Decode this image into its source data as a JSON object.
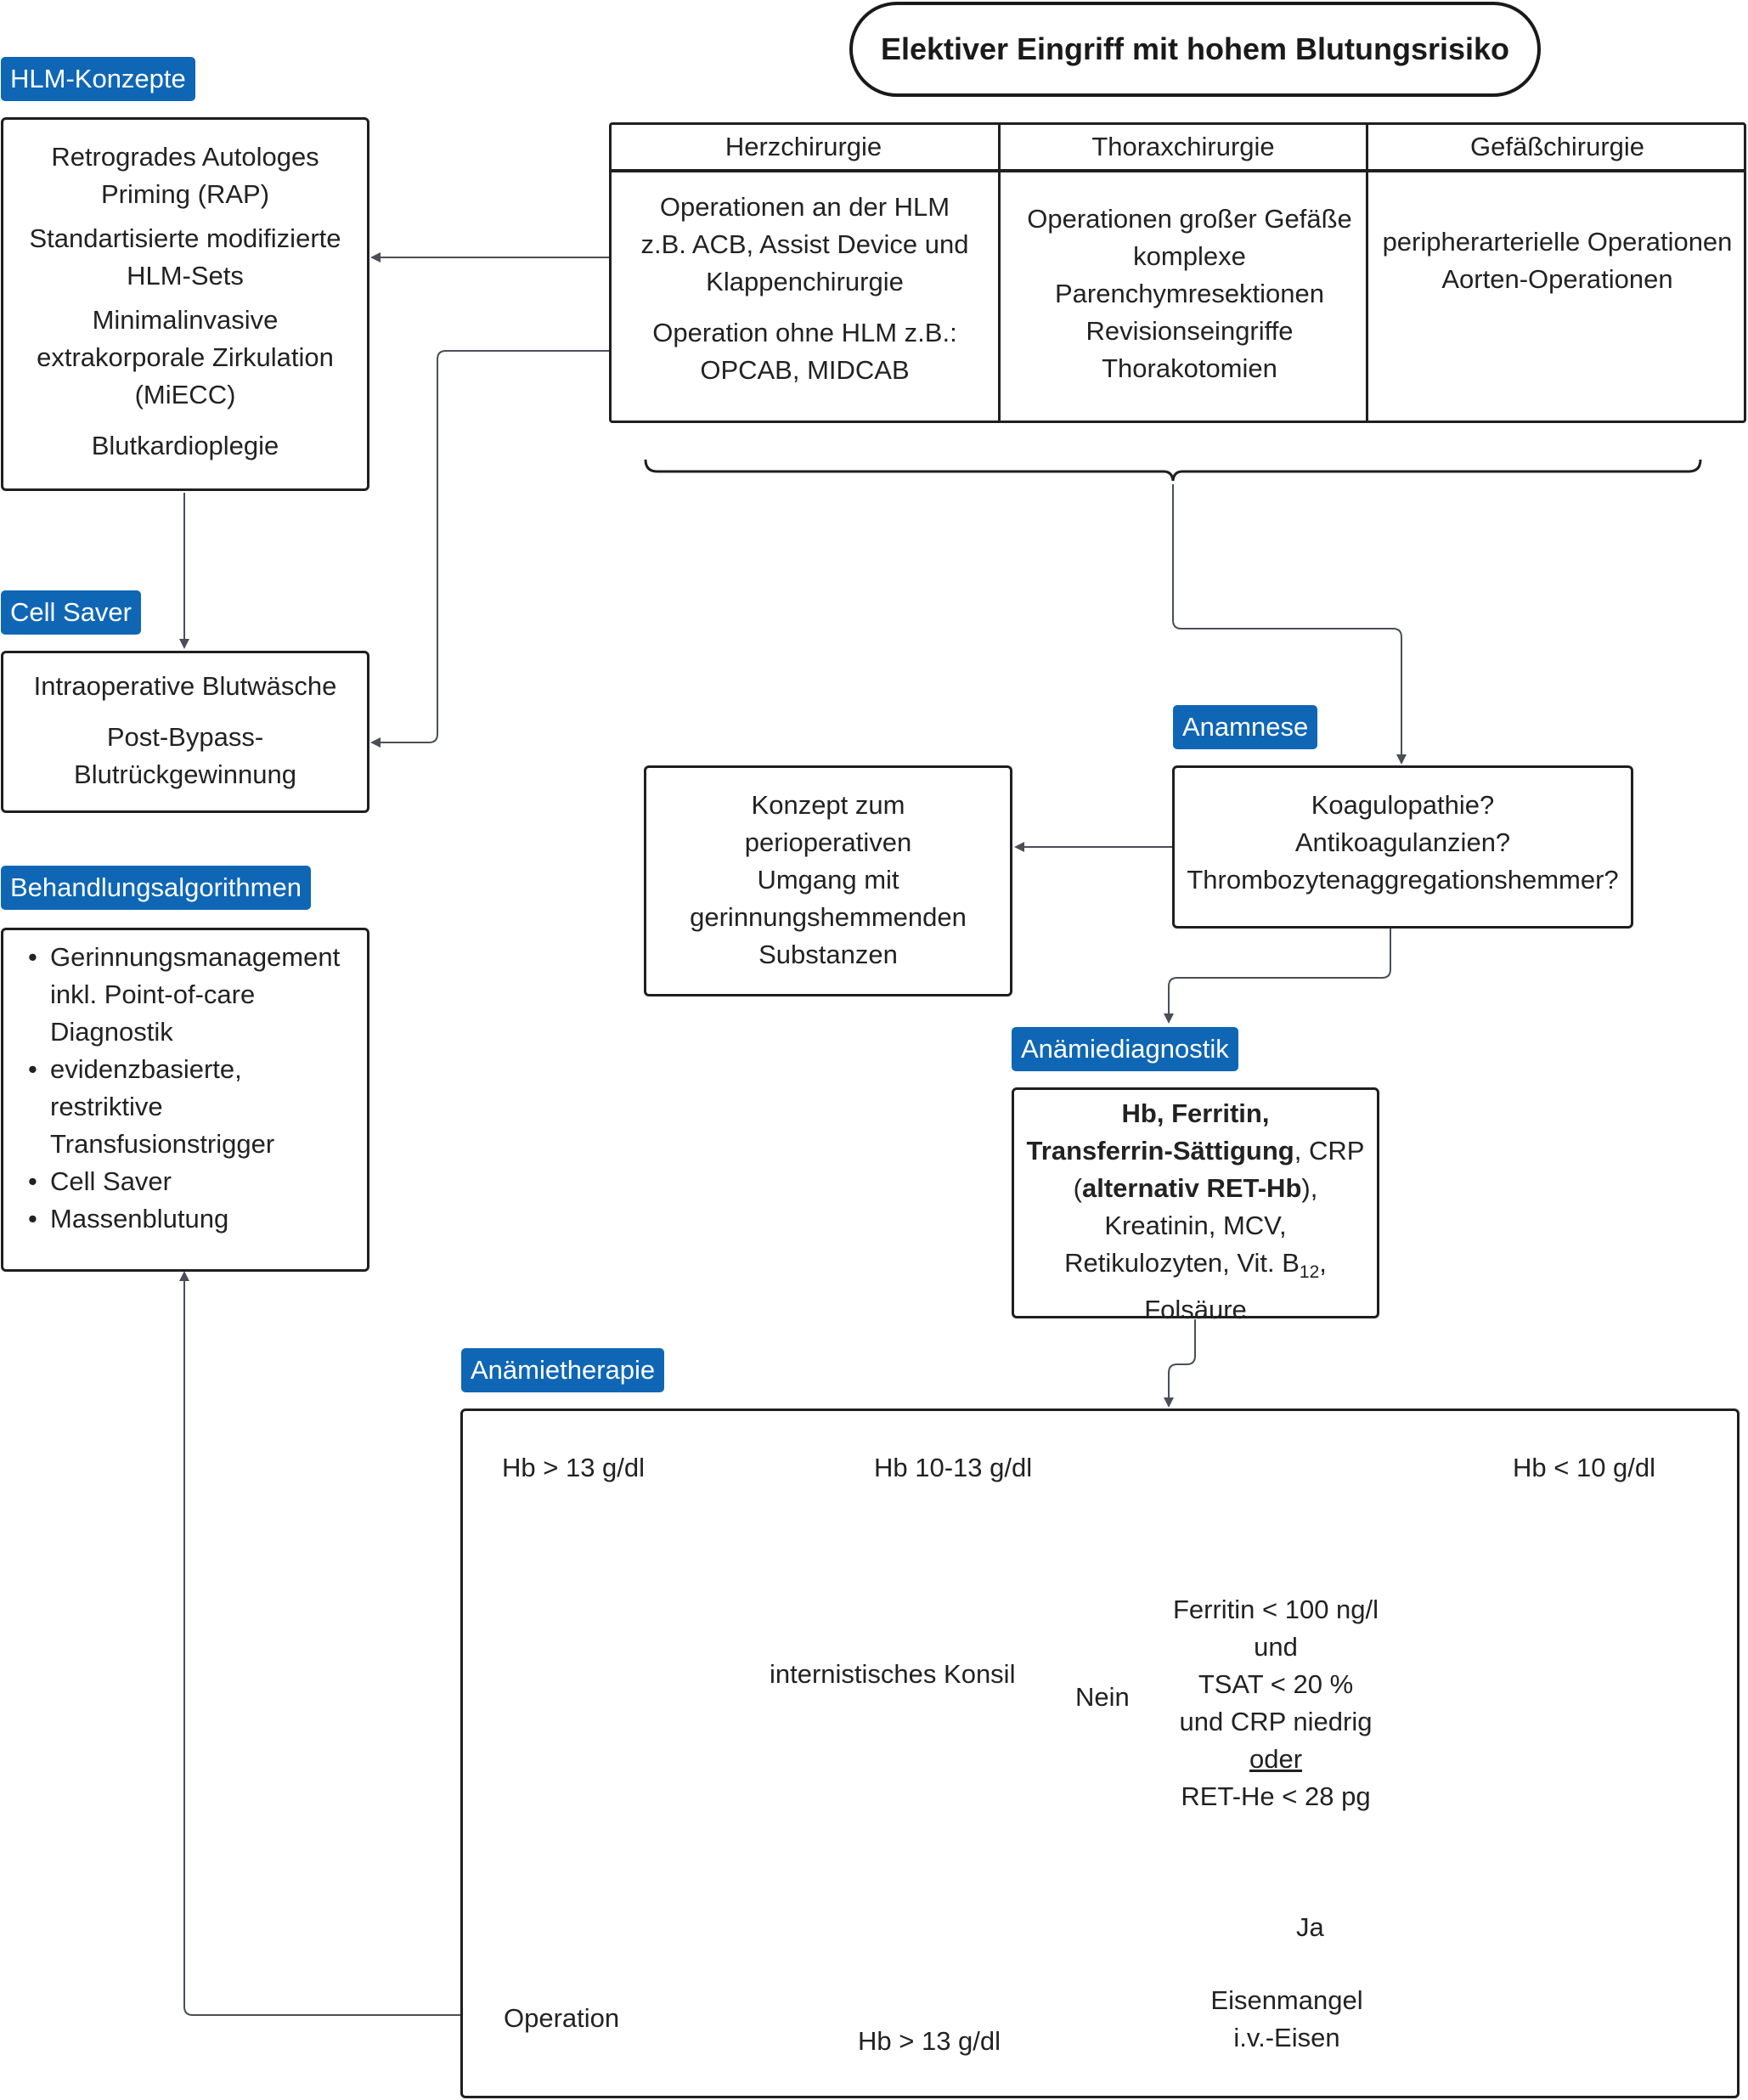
{
  "title": "Elektiver Eingriff mit hohem Blutungsrisiko",
  "surgery_table": {
    "columns": [
      {
        "header": "Herzchirurgie",
        "lines_a": [
          "Operationen an der HLM",
          "z.B. ACB, Assist Device und",
          "Klappenchirurgie"
        ],
        "lines_b": [
          "Operation ohne HLM z.B.:",
          "OPCAB, MIDCAB"
        ]
      },
      {
        "header": "Thoraxchirurgie",
        "lines": [
          "Operationen großer Gefäße",
          "komplexe",
          "Parenchymresektionen",
          "Revisionseingriffe",
          "Thorakotomien"
        ]
      },
      {
        "header": "Gefäßchirurgie",
        "lines": [
          "peripherarterielle Operationen",
          "Aorten-Operationen"
        ]
      }
    ]
  },
  "hlm": {
    "tag": "HLM-Konzepte",
    "items": [
      "Retrogrades Autologes",
      "Priming (RAP)",
      "Standartisierte modifizierte",
      "HLM-Sets",
      "Minimalinvasive",
      "extrakorporale Zirkulation",
      "(MiECC)",
      "Blutkardioplegie"
    ]
  },
  "cell_saver": {
    "tag": "Cell Saver",
    "items": [
      "Intraoperative Blutwäsche",
      "Post-Bypass-",
      "Blutrückgewinnung"
    ]
  },
  "behandlung": {
    "tag": "Behandlungsalgorithmen",
    "items": [
      "Gerinnungsmanagement inkl. Point-of-care Diagnostik",
      "evidenzbasierte, restriktive Transfusionstrigger",
      "Cell Saver",
      "Massenblutung"
    ],
    "lines": [
      [
        "Gerinnungsmanagement",
        "inkl. Point-of-care",
        "Diagnostik"
      ],
      [
        "evidenzbasierte,",
        "restriktive",
        "Transfusionstrigger"
      ],
      [
        "Cell Saver"
      ],
      [
        "Massenblutung"
      ]
    ]
  },
  "anamnese": {
    "tag": "Anamnese",
    "lines": [
      "Koagulopathie?",
      "Antikoagulanzien?",
      "Thrombozytenaggregationshemmer?"
    ]
  },
  "konzept": {
    "lines": [
      "Konzept zum",
      "perioperativen",
      "Umgang mit",
      "gerinnungshemmenden",
      "Substanzen"
    ]
  },
  "anaemiediagnostik": {
    "tag": "Anämiediagnostik",
    "line1_bold": "Hb, Ferritin,",
    "line2_bold": "Transferrin-Sättigung",
    "line2_rest": ", CRP",
    "line3_open": "(",
    "line3_bold": "alternativ RET-Hb",
    "line3_close": "),",
    "line4": "Kreatinin, MCV,",
    "line5_main": "Retikulozyten, Vit. B",
    "line5_sub": "12",
    "line5_end": ",",
    "line6": "Folsäure"
  },
  "anaemietherapie": {
    "tag": "Anämietherapie",
    "hb_high": "Hb > 13 g/dl",
    "hb_mid": "Hb 10-13 g/dl",
    "hb_low": "Hb < 10 g/dl",
    "criteria": [
      "Ferritin < 100 ng/l",
      "und",
      "TSAT < 20 %",
      "und CRP niedrig"
    ],
    "criteria_or": "oder",
    "criteria_last": "RET-He < 28 pg",
    "konsil": "internistisches Konsil",
    "nein": "Nein",
    "ja": "Ja",
    "eisenmangel": [
      "Eisenmangel",
      "i.v.-Eisen"
    ],
    "operation": "Operation",
    "hb_after": "Hb > 13 g/dl"
  },
  "colors": {
    "tag_bg": "#0f66b5",
    "line": "#4a4f57",
    "border": "#1f1f1f"
  }
}
